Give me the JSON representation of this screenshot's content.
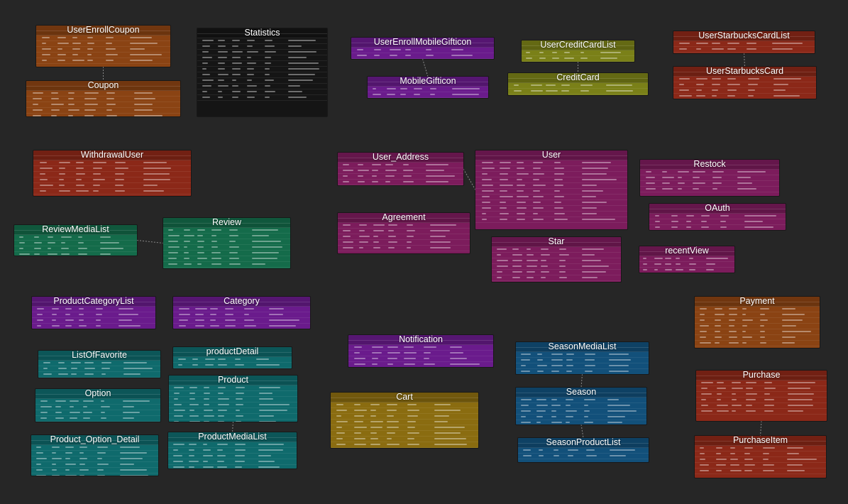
{
  "colors": {
    "background": "#262626",
    "orange": "#8a4313",
    "black": "#151515",
    "purple": "#6a1b8c",
    "olive": "#7a8018",
    "red": "#8b2818",
    "magenta": "#7c1c5c",
    "green": "#146b4a",
    "teal": "#0f6a6c",
    "gold": "#8a6c10",
    "blue": "#12507a"
  },
  "entities": [
    {
      "id": "UserEnrollCoupon",
      "title": "UserEnrollCoupon",
      "color": "orange",
      "rows": 5
    },
    {
      "id": "Coupon",
      "title": "Coupon",
      "color": "orange",
      "rows": 5
    },
    {
      "id": "Statistics",
      "title": "Statistics",
      "color": "black",
      "rows": 11
    },
    {
      "id": "UserEnrollMobileGifticon",
      "title": "UserEnrollMobileGifticon",
      "color": "purple",
      "rows": 2
    },
    {
      "id": "MobileGifticon",
      "title": "MobileGifticon",
      "color": "purple",
      "rows": 2
    },
    {
      "id": "UserCreditCardList",
      "title": "UserCreditCardList",
      "color": "olive",
      "rows": 2
    },
    {
      "id": "CreditCard",
      "title": "CreditCard",
      "color": "olive",
      "rows": 2
    },
    {
      "id": "UserStarbucksCardList",
      "title": "UserStarbucksCardList",
      "color": "red",
      "rows": 2
    },
    {
      "id": "UserStarbucksCard",
      "title": "UserStarbucksCard",
      "color": "red",
      "rows": 4
    },
    {
      "id": "WithdrawalUser",
      "title": "WithdrawalUser",
      "color": "red",
      "rows": 6
    },
    {
      "id": "User_Address",
      "title": "User_Address",
      "color": "magenta",
      "rows": 4
    },
    {
      "id": "User",
      "title": "User",
      "color": "magenta",
      "rows": 11
    },
    {
      "id": "Restock",
      "title": "Restock",
      "color": "magenta",
      "rows": 4
    },
    {
      "id": "OAuth",
      "title": "OAuth",
      "color": "magenta",
      "rows": 3
    },
    {
      "id": "Agreement",
      "title": "Agreement",
      "color": "magenta",
      "rows": 5
    },
    {
      "id": "Star",
      "title": "Star",
      "color": "magenta",
      "rows": 6
    },
    {
      "id": "recentView",
      "title": "recentView",
      "color": "magenta",
      "rows": 3
    },
    {
      "id": "ReviewMediaList",
      "title": "ReviewMediaList",
      "color": "green",
      "rows": 4
    },
    {
      "id": "Review",
      "title": "Review",
      "color": "green",
      "rows": 7
    },
    {
      "id": "ProductCategoryList",
      "title": "ProductCategoryList",
      "color": "purple",
      "rows": 4
    },
    {
      "id": "Category",
      "title": "Category",
      "color": "purple",
      "rows": 4
    },
    {
      "id": "Notification",
      "title": "Notification",
      "color": "purple",
      "rows": 4
    },
    {
      "id": "Payment",
      "title": "Payment",
      "color": "orange",
      "rows": 8
    },
    {
      "id": "ListOfFavorite",
      "title": "ListOfFavorite",
      "color": "teal",
      "rows": 3
    },
    {
      "id": "productDetail",
      "title": "productDetail",
      "color": "teal",
      "rows": 2
    },
    {
      "id": "SeasonMediaList",
      "title": "SeasonMediaList",
      "color": "blue",
      "rows": 4
    },
    {
      "id": "Option",
      "title": "Option",
      "color": "teal",
      "rows": 4
    },
    {
      "id": "Product",
      "title": "Product",
      "color": "teal",
      "rows": 8
    },
    {
      "id": "Cart",
      "title": "Cart",
      "color": "gold",
      "rows": 8
    },
    {
      "id": "Season",
      "title": "Season",
      "color": "blue",
      "rows": 5
    },
    {
      "id": "Purchase",
      "title": "Purchase",
      "color": "red",
      "rows": 6
    },
    {
      "id": "Product_Option_Detail",
      "title": "Product_Option_Detail",
      "color": "teal",
      "rows": 6
    },
    {
      "id": "ProductMediaList",
      "title": "ProductMediaList",
      "color": "teal",
      "rows": 6
    },
    {
      "id": "SeasonProductList",
      "title": "SeasonProductList",
      "color": "blue",
      "rows": 2
    },
    {
      "id": "PurchaseItem",
      "title": "PurchaseItem",
      "color": "red",
      "rows": 5
    }
  ],
  "relationships": [
    {
      "from": "UserEnrollCoupon",
      "to": "Coupon"
    },
    {
      "from": "UserEnrollMobileGifticon",
      "to": "MobileGifticon"
    },
    {
      "from": "UserCreditCardList",
      "to": "CreditCard"
    },
    {
      "from": "UserStarbucksCardList",
      "to": "UserStarbucksCard"
    },
    {
      "from": "User_Address",
      "to": "User"
    },
    {
      "from": "ReviewMediaList",
      "to": "Review"
    },
    {
      "from": "Product",
      "to": "ProductMediaList"
    },
    {
      "from": "SeasonMediaList",
      "to": "Season"
    },
    {
      "from": "Season",
      "to": "SeasonProductList"
    },
    {
      "from": "Purchase",
      "to": "PurchaseItem"
    }
  ]
}
